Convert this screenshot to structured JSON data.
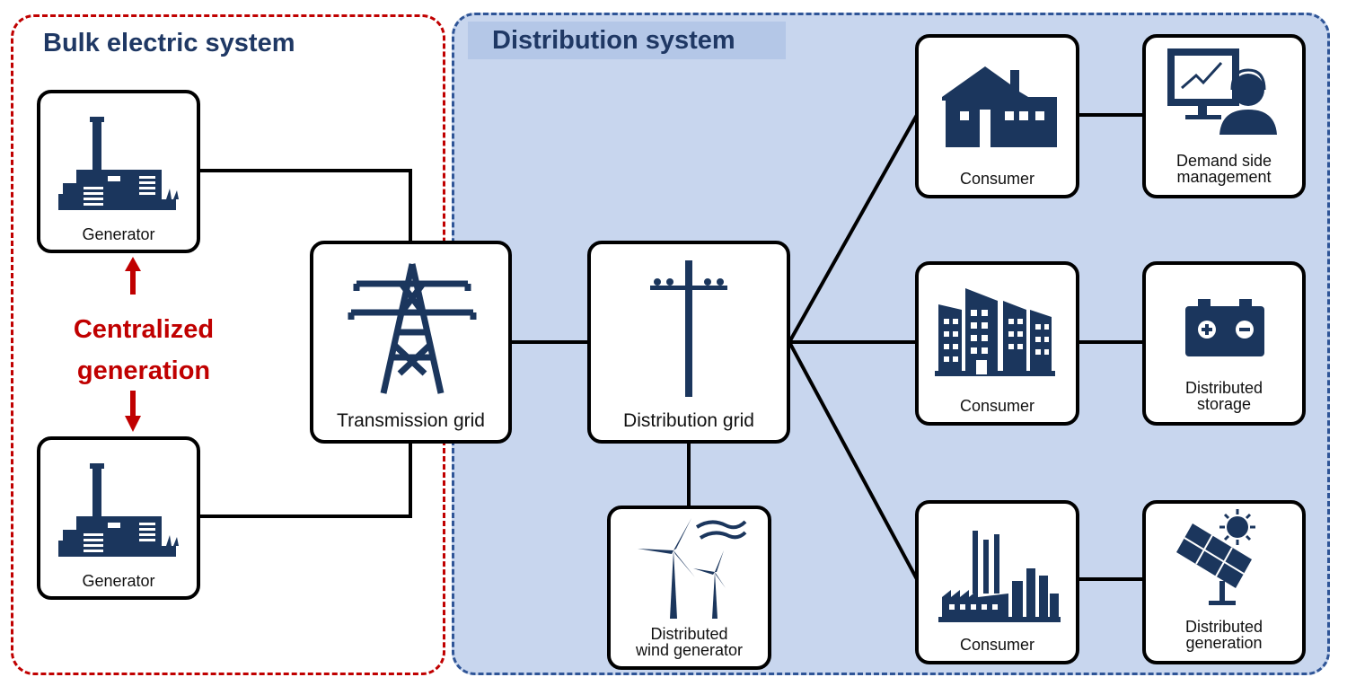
{
  "regions": {
    "bulk": {
      "title": "Bulk electric system",
      "border_color": "#c00000"
    },
    "distribution": {
      "title": "Distribution system",
      "border_color": "#2f5597",
      "fill_color": "#c8d6ee"
    }
  },
  "centralized": {
    "line1": "Centralized",
    "line2": "generation",
    "color": "#c00000"
  },
  "nodes": {
    "generator_top": {
      "label": "Generator",
      "icon": "power-plant-icon"
    },
    "generator_bottom": {
      "label": "Generator",
      "icon": "power-plant-icon"
    },
    "transmission": {
      "label": "Transmission grid",
      "icon": "transmission-tower-icon"
    },
    "distribution": {
      "label": "Distribution grid",
      "icon": "utility-pole-icon"
    },
    "wind": {
      "line1": "Distributed",
      "line2": "wind generator",
      "icon": "wind-turbine-icon"
    },
    "consumer_home": {
      "label": "Consumer",
      "icon": "house-icon"
    },
    "consumer_city": {
      "label": "Consumer",
      "icon": "buildings-icon"
    },
    "consumer_industry": {
      "label": "Consumer",
      "icon": "factory-icon"
    },
    "demand": {
      "line1": "Demand side",
      "line2": "management",
      "icon": "operator-monitor-icon"
    },
    "storage": {
      "line1": "Distributed",
      "line2": "storage",
      "icon": "battery-icon"
    },
    "solar": {
      "line1": "Distributed",
      "line2": "generation",
      "icon": "solar-panel-icon"
    }
  },
  "colors": {
    "icon": "#1b365d",
    "line": "#000000"
  }
}
